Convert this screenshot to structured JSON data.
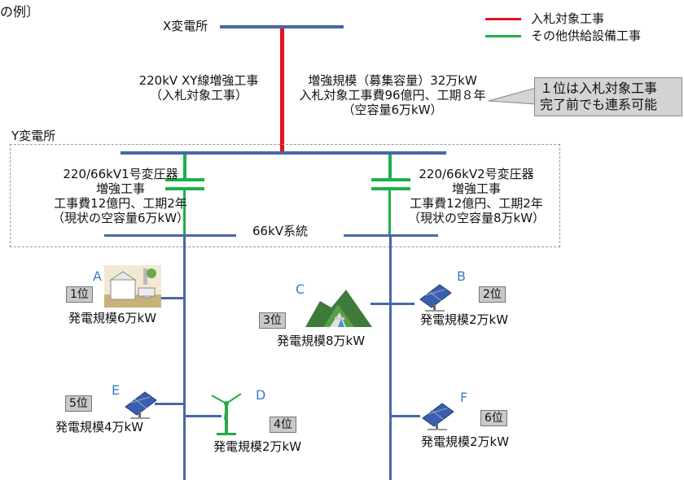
{
  "title_fragment": "の例〕",
  "legend": {
    "red_label": "入札対象工事",
    "green_label": "その他供給設備工事",
    "red_color": "#e0141e",
    "green_color": "#1db04e"
  },
  "substation_x": "X変電所",
  "substation_y": "Y変電所",
  "line_work": {
    "line1": "220kV XY線増強工事",
    "line2": "（入札対象工事）"
  },
  "scale": {
    "line1": "増強規模（募集容量）32万kW",
    "line2": "入札対象工事費96億円、工期８年",
    "line3": "（空容量6万kW）"
  },
  "callout": {
    "line1": "１位は入札対象工事",
    "line2": "完了前でも連系可能"
  },
  "transformer1": {
    "line1": "220/66kV1号変圧器",
    "line2": "増強工事",
    "line3": "工事費12億円、工期2年",
    "line4": "（現状の空容量6万kW）"
  },
  "transformer2": {
    "line1": "220/66kV2号変圧器",
    "line2": "増強工事",
    "line3": "工事費12億円、工期2年",
    "line4": "（現状の空容量8万kW）"
  },
  "system_label": "66kV系統",
  "generators": [
    {
      "letter": "A",
      "rank": "1位",
      "scale": "発電規模6万kW",
      "icon": "factory-icon"
    },
    {
      "letter": "B",
      "rank": "2位",
      "scale": "発電規模2万kW",
      "icon": "solar-panel-icon"
    },
    {
      "letter": "C",
      "rank": "3位",
      "scale": "発電規模8万kW",
      "icon": "hydro-dam-icon"
    },
    {
      "letter": "D",
      "rank": "4位",
      "scale": "発電規模2万kW",
      "icon": "wind-turbine-icon"
    },
    {
      "letter": "E",
      "rank": "5位",
      "scale": "発電規模4万kW",
      "icon": "solar-panel-icon"
    },
    {
      "letter": "F",
      "rank": "6位",
      "scale": "発電規模2万kW",
      "icon": "solar-panel-icon"
    }
  ]
}
